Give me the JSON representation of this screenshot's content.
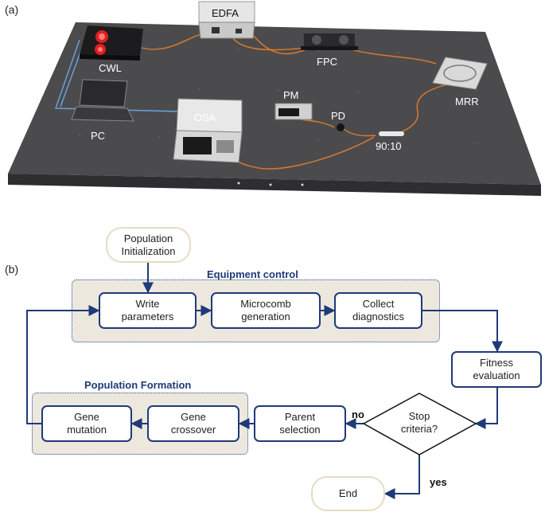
{
  "panel_a": {
    "label": "(a)",
    "equipment": {
      "edfa": "EDFA",
      "cwl": "CWL",
      "fpc": "FPC",
      "mrr": "MRR",
      "pc": "PC",
      "osa": "OSA",
      "pm": "PM",
      "pd": "PD",
      "coupler": "90:10"
    }
  },
  "panel_b": {
    "label": "(b)",
    "population_init": [
      "Population",
      "Initialization"
    ],
    "equipment_control": "Equipment control",
    "write_parameters": [
      "Write",
      "parameters"
    ],
    "microcomb_generation": [
      "Microcomb",
      "generation"
    ],
    "collect_diagnostics": [
      "Collect",
      "diagnostics"
    ],
    "fitness_evaluation": [
      "Fitness",
      "evaluation"
    ],
    "stop_criteria": [
      "Stop",
      "criteria?"
    ],
    "parent_selection": [
      "Parent",
      "selection"
    ],
    "gene_crossover": [
      "Gene",
      "crossover"
    ],
    "gene_mutation": [
      "Gene",
      "mutation"
    ],
    "population_formation": "Population Formation",
    "end": "End",
    "no_label": "no",
    "yes_label": "yes"
  },
  "colors": {
    "flow_blue": "#1f3a78",
    "group_fill": "#ece8de",
    "fiber_orange": "#e07b2a",
    "fiber_blue": "#6aa6e0",
    "table_gray": "#4a4a4a"
  }
}
